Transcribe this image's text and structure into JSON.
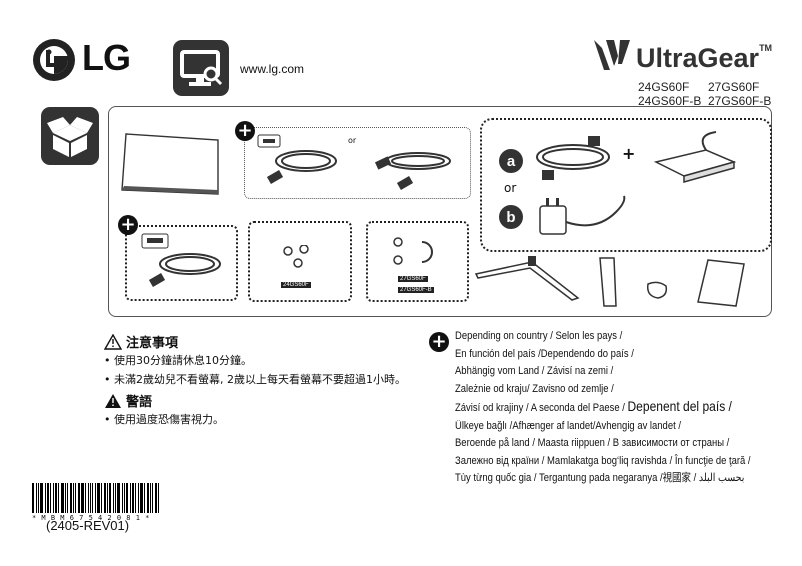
{
  "header": {
    "brand_logo_text": "LG",
    "website": "www.lg.com",
    "product_brand": "UltraGear",
    "trademark": "TM",
    "models": [
      "24GS60F",
      "27GS60F",
      "24GS60F-B",
      "27GS60F-B"
    ]
  },
  "components": {
    "or_label_1": "or",
    "or_label_2": "or",
    "option_a": "a",
    "option_b": "b",
    "plus_sign": "+",
    "screw_tag_1": "24GS60F",
    "screw_tag_2": "27GS60F",
    "screw_tag_3": "27GS60F-B"
  },
  "notice": {
    "caution_title": "注意事項",
    "caution_items": [
      "• 使用30分鐘請休息10分鐘。",
      "• 未滿2歲幼兒不看螢幕, 2歲以上每天看螢幕不要超過1小時。"
    ],
    "warning_title": "警語",
    "warning_items": [
      "• 使用過度恐傷害視力。"
    ]
  },
  "depending": {
    "lines": [
      "Depending on country /  Selon les pays /",
      "En función del país /Dependendo do país /",
      "Abhängig vom Land / Závisí na zemi /",
      "Zależnie od kraju/ Zavisno od zemlje /",
      "Závisí od krajiny /  A seconda del Paese / ",
      "Ülkeye bağlı /Afhænger af landet/Avhengig av landet /",
      "Beroende på land / Maasta riippuen / В зависимости от страны /",
      "Залежно від країни / Mamlakatga bog‘liq ravishda / În funcţie de ţară /",
      " Tùy từng quốc gia  / Tergantung pada negaranya /視國家 / بحسب البلد"
    ],
    "big_phrase": "Depenent del país /"
  },
  "footer": {
    "barcode_text": "* M B M 6 7 5 4 2 0 8 1 *",
    "revision": "(2405-REV01)"
  },
  "icons": [
    "lg-logo-icon",
    "monitor-search-icon",
    "ultragear-logo-icon",
    "box-open-icon",
    "plus-icon",
    "warning-triangle-icon"
  ],
  "colors": {
    "dark_gray": "#333333",
    "panel_border": "#555555"
  }
}
